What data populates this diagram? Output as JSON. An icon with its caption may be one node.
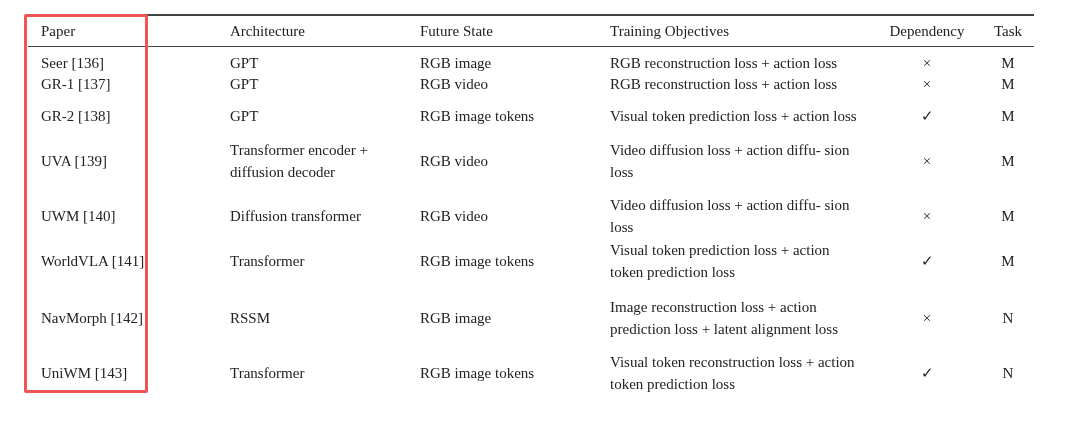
{
  "diagram": {
    "labels": [
      "Paper",
      "Architecture",
      "Future State",
      "Training Objectives",
      "Dependency",
      "Task",
      "Seer [136]",
      "GPT",
      "RGB image",
      "RGB reconstruction loss + action loss",
      "×",
      "M",
      "GR-1 [137]",
      "GPT",
      "RGB video",
      "RGB reconstruction loss + action loss",
      "×",
      "M",
      "GR-2 [138]",
      "GPT",
      "RGB image tokens",
      "Visual token prediction loss + action loss",
      "✓",
      "M",
      "UVA [139]",
      "Transformer encoder + diffusion decoder",
      "RGB video",
      "Video diffusion loss + action diffu- sion loss",
      "×",
      "M",
      "UWM [140]",
      "Diffusion transformer",
      "RGB video",
      "Video diffusion loss + action diffu- sion loss",
      "×",
      "M",
      "WorldVLA [141]",
      "Transformer",
      "RGB image tokens",
      "Visual token prediction loss + action token prediction loss",
      "✓",
      "M",
      "NavMorph [142]",
      "RSSM",
      "RGB image",
      "Image reconstruction loss + action prediction loss + latent alignment loss",
      "×",
      "N",
      "UniWM [143]",
      "Transformer",
      "RGB image tokens",
      "Visual token reconstruction loss + action token prediction loss",
      "✓",
      "N"
    ]
  }
}
